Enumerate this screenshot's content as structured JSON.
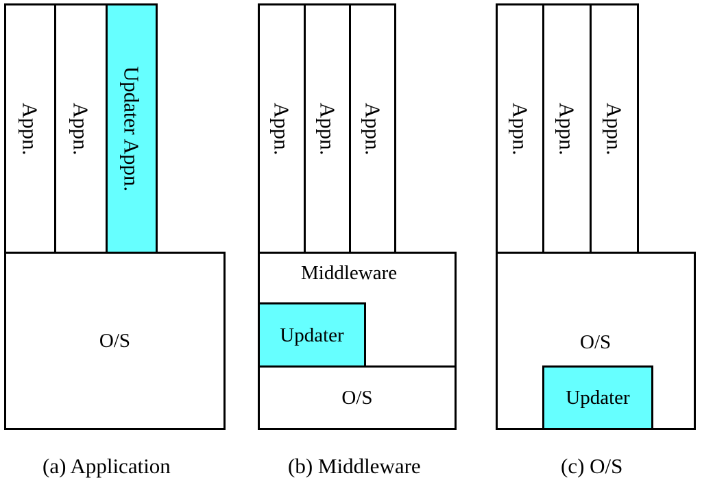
{
  "colors": {
    "updater_fill": "#66ffff",
    "stroke": "#000000",
    "background": "#ffffff"
  },
  "panels": [
    {
      "id": "a",
      "caption": "(a) Application",
      "apps": [
        "Appn.",
        "Appn.",
        "Updater Appn."
      ],
      "os_label": "O/S"
    },
    {
      "id": "b",
      "caption": "(b) Middleware",
      "apps": [
        "Appn.",
        "Appn.",
        "Appn."
      ],
      "middleware_label": "Middleware",
      "updater_label": "Updater",
      "os_label": "O/S"
    },
    {
      "id": "c",
      "caption": "(c) O/S",
      "apps": [
        "Appn.",
        "Appn.",
        "Appn."
      ],
      "os_label": "O/S",
      "updater_label": "Updater"
    }
  ]
}
